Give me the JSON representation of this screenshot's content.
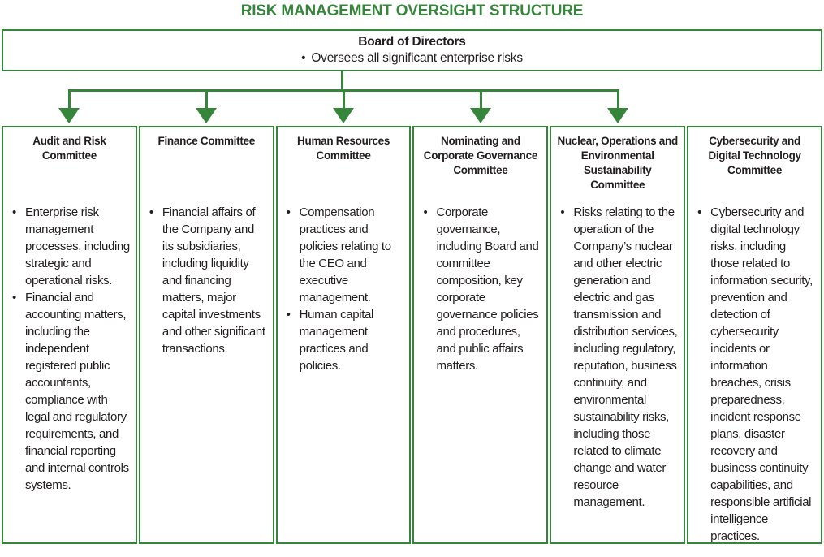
{
  "title": "RISK MANAGEMENT OVERSIGHT STRUCTURE",
  "board": {
    "title": "Board of Directors",
    "bullet_marker": "•",
    "bullet": "Oversees all significant enterprise risks"
  },
  "colors": {
    "green": "#35863B",
    "text": "#221E1F"
  },
  "committees": [
    {
      "name": "Audit and Risk Committee",
      "bullets": [
        "Enterprise risk management processes, including strategic and operational risks.",
        "Financial and accounting matters, including the independent registered public accountants, compliance with legal and regulatory requirements, and financial reporting and internal controls systems."
      ]
    },
    {
      "name": "Finance Committee",
      "bullets": [
        "Financial affairs of the Company and its subsidiaries, including liquidity and financing matters, major capital investments and other significant transactions."
      ]
    },
    {
      "name": "Human Resources Committee",
      "bullets": [
        "Compensation practices and policies relating to the CEO and executive management.",
        "Human capital management practices and policies."
      ]
    },
    {
      "name": "Nominating and Corporate Governance Committee",
      "bullets": [
        "Corporate governance, including Board and committee composition, key corporate governance policies and procedures, and public affairs matters."
      ]
    },
    {
      "name": "Nuclear, Operations and Environmental Sustainability Committee",
      "bullets": [
        "Risks relating to the operation of the Company’s nuclear and other electric generation and electric and gas transmission and distribution services, including regulatory, reputation, business continuity, and environmental sustainability risks, including those related to climate change and water resource management."
      ]
    },
    {
      "name": "Cybersecurity and Digital Technology Committee",
      "bullets": [
        "Cybersecurity and digital technology risks, including those related to information security, prevention and detection of cybersecurity incidents or information breaches, crisis preparedness, incident response plans, disaster recovery and business continuity capabilities, and responsible artificial intelligence practices."
      ]
    }
  ]
}
